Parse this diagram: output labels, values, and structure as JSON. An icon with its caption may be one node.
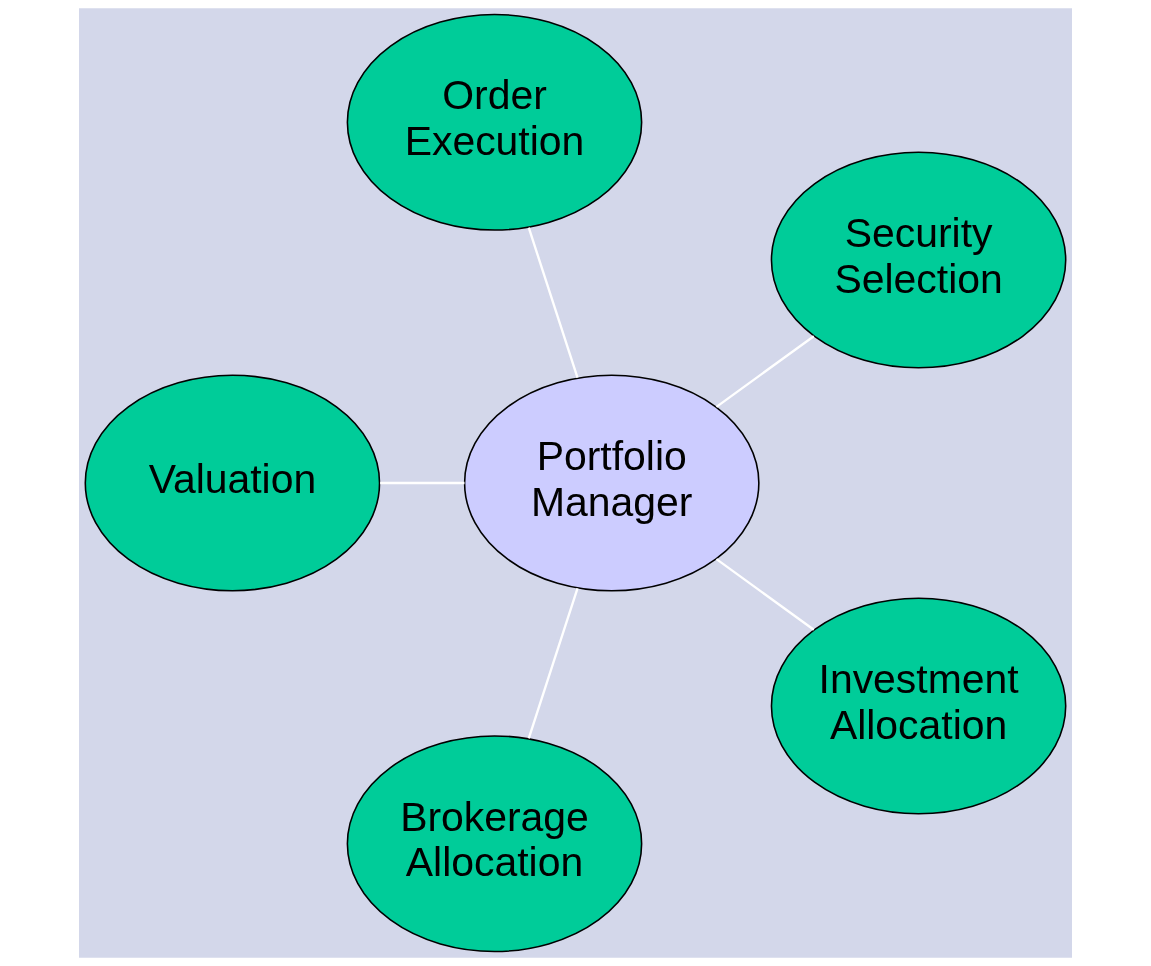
{
  "diagram": {
    "nodes": [
      {
        "text": [
          "Security Selection"
        ]
      },
      {
        "text": [
          "Order Execution"
        ]
      },
      {
        "text": [
          "Valuation"
        ]
      },
      {
        "text": [
          "Portfolio Manager"
        ]
      },
      {
        "text": [
          "Brokerage Allocation"
        ]
      },
      {
        "text": [
          "Investment Allocation"
        ]
      }
    ],
    "edges": [
      {
        "from": 3,
        "to": 0,
        "arrow": "none"
      },
      {
        "from": 3,
        "to": 1,
        "arrow": "none"
      },
      {
        "from": 3,
        "to": 2,
        "arrow": "none"
      },
      {
        "from": 3,
        "to": 4,
        "arrow": "none"
      },
      {
        "from": 3,
        "to": 5,
        "arrow": "none"
      }
    ]
  }
}
